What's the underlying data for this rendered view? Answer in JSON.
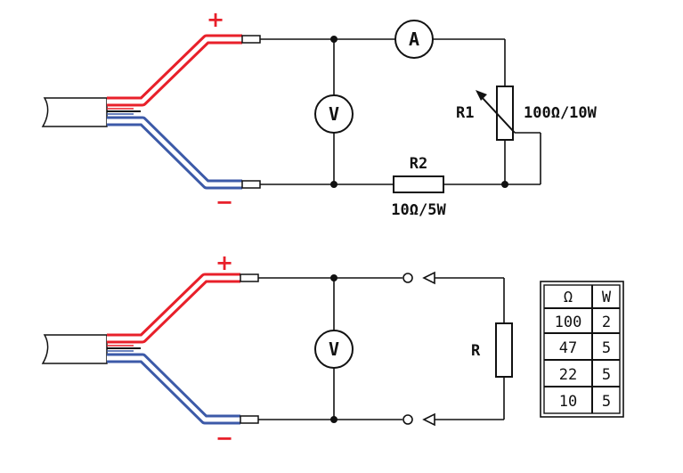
{
  "circuit_top": {
    "plus": "+",
    "minus": "−",
    "ammeter": "A",
    "voltmeter": "V",
    "r1_name": "R1",
    "r1_value": "100Ω/10W",
    "r2_name": "R2",
    "r2_value": "10Ω/5W"
  },
  "circuit_bottom": {
    "plus": "+",
    "minus": "−",
    "voltmeter": "V",
    "r_name": "R"
  },
  "table": {
    "headers": [
      "Ω",
      "W"
    ],
    "rows": [
      [
        "100",
        "2"
      ],
      [
        "47",
        "5"
      ],
      [
        "22",
        "5"
      ],
      [
        "10",
        "5"
      ]
    ]
  },
  "colors": {
    "positive": "#e8202a",
    "negative": "#3c5aa8",
    "wire": "#111111"
  }
}
